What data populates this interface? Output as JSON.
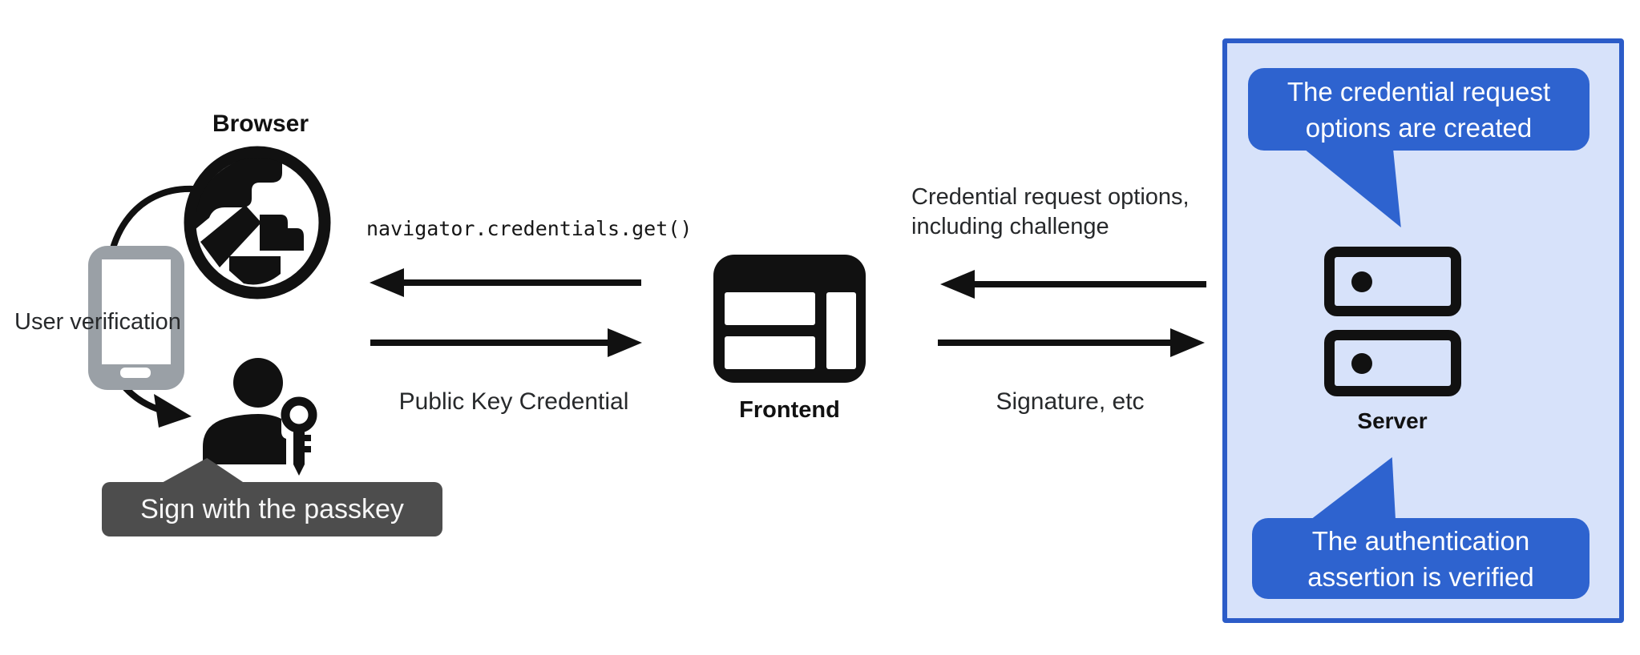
{
  "diagram": {
    "left": {
      "browser_label": "Browser",
      "user_verification": "User verification",
      "passkey_bubble": "Sign with the passkey"
    },
    "frontend": {
      "label": "Frontend"
    },
    "flow": {
      "js_call": "navigator.credentials.get()",
      "public_key_credential": "Public Key Credential",
      "credential_request_1": "Credential request options,",
      "credential_request_2": "including challenge",
      "signature": "Signature, etc"
    },
    "server": {
      "label": "Server",
      "top_bubble_1": "The credential request",
      "top_bubble_2": "options are created",
      "bottom_bubble_1": "The authentication",
      "bottom_bubble_2": "assertion is verified"
    },
    "colors": {
      "bubble_blue": "#2e63cf",
      "panel_background": "#d7e2fa",
      "panel_border": "#2c5cc8",
      "dark_bubble": "#4d4d4d",
      "phone_gray": "#9aa0a6",
      "ink": "#111111"
    }
  }
}
